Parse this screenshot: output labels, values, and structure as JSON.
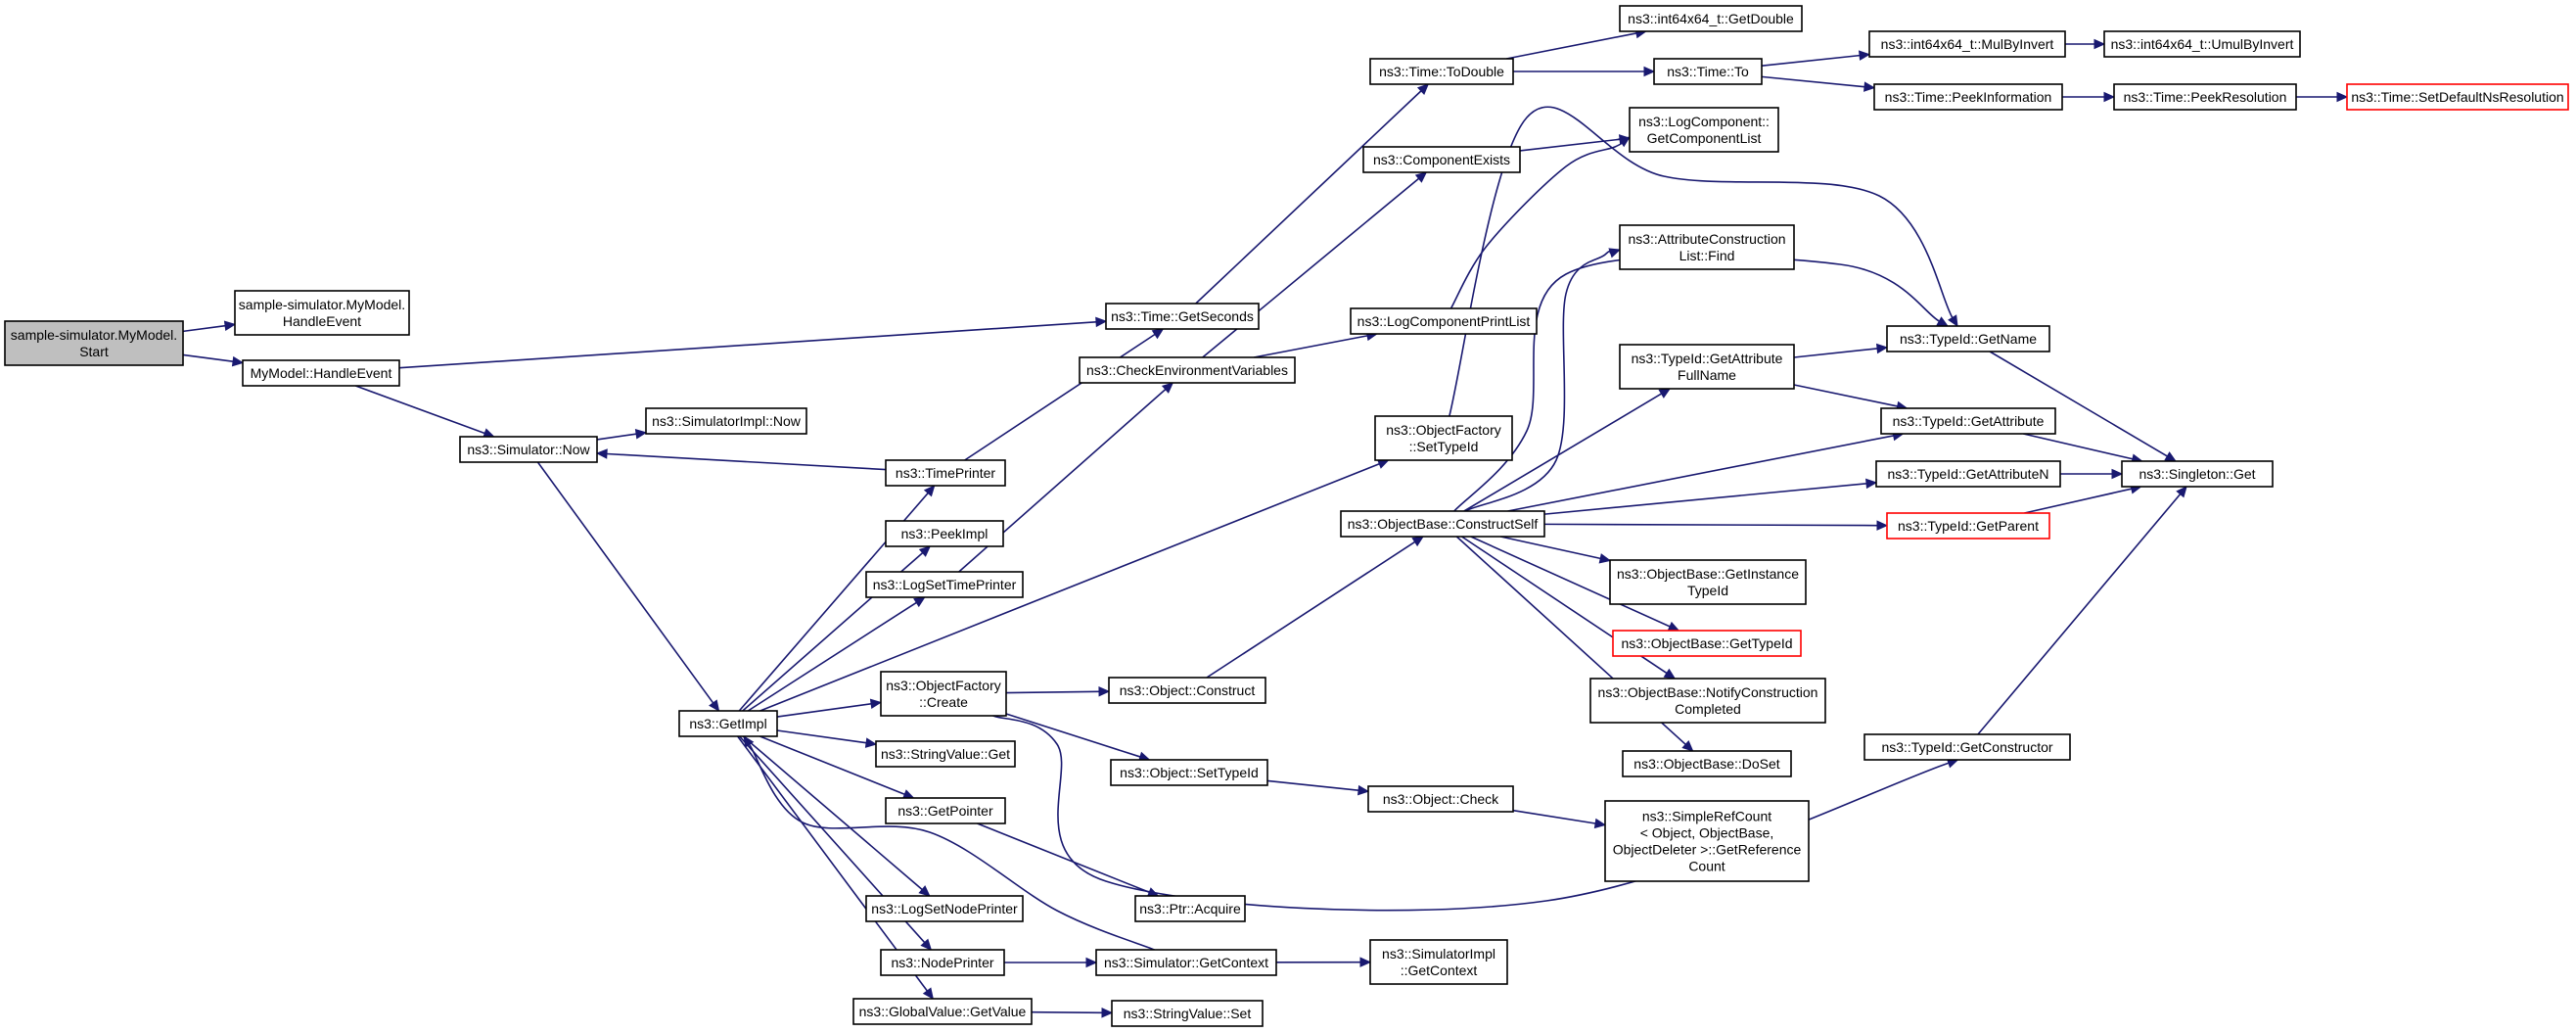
{
  "diagram": {
    "colors": {
      "edge": "#191970",
      "node_border": "#000000",
      "highlight_border": "#ff0000",
      "root_fill": "#bfbfbf"
    },
    "nodes": [
      {
        "id": "start",
        "lines": [
          "sample-simulator.MyModel.",
          "Start"
        ],
        "style": "root"
      },
      {
        "id": "mymodel-handleevent-a",
        "lines": [
          "sample-simulator.MyModel.",
          "HandleEvent"
        ]
      },
      {
        "id": "mymodel-handleevent-b",
        "lines": [
          "MyModel::HandleEvent"
        ]
      },
      {
        "id": "simulator-now",
        "lines": [
          "ns3::Simulator::Now"
        ]
      },
      {
        "id": "simulatorimpl-now",
        "lines": [
          "ns3::SimulatorImpl::Now"
        ]
      },
      {
        "id": "getimpl",
        "lines": [
          "ns3::GetImpl"
        ]
      },
      {
        "id": "time-getseconds",
        "lines": [
          "ns3::Time::GetSeconds"
        ]
      },
      {
        "id": "time-todouble",
        "lines": [
          "ns3::Time::ToDouble"
        ]
      },
      {
        "id": "int64-getdouble",
        "lines": [
          "ns3::int64x64_t::GetDouble"
        ]
      },
      {
        "id": "time-to",
        "lines": [
          "ns3::Time::To"
        ]
      },
      {
        "id": "int64-mulbyinvert",
        "lines": [
          "ns3::int64x64_t::MulByInvert"
        ]
      },
      {
        "id": "int64-umulbyinvert",
        "lines": [
          "ns3::int64x64_t::UmulByInvert"
        ]
      },
      {
        "id": "time-peekinformation",
        "lines": [
          "ns3::Time::PeekInformation"
        ]
      },
      {
        "id": "time-peekresolution",
        "lines": [
          "ns3::Time::PeekResolution"
        ]
      },
      {
        "id": "time-setdefaultnsresolution",
        "lines": [
          "ns3::Time::SetDefaultNsResolution"
        ],
        "style": "red"
      },
      {
        "id": "componentexists",
        "lines": [
          "ns3::ComponentExists"
        ]
      },
      {
        "id": "logcomponent-getcomponentlist",
        "lines": [
          "ns3::LogComponent::",
          "GetComponentList"
        ]
      },
      {
        "id": "logcomponentprintlist",
        "lines": [
          "ns3::LogComponentPrintList"
        ]
      },
      {
        "id": "checkenvironmentvariables",
        "lines": [
          "ns3::CheckEnvironmentVariables"
        ]
      },
      {
        "id": "timeprinter",
        "lines": [
          "ns3::TimePrinter"
        ]
      },
      {
        "id": "peekimpl",
        "lines": [
          "ns3::PeekImpl"
        ]
      },
      {
        "id": "logsettimeprinter",
        "lines": [
          "ns3::LogSetTimePrinter"
        ]
      },
      {
        "id": "objectfactory-create",
        "lines": [
          "ns3::ObjectFactory",
          "::Create"
        ]
      },
      {
        "id": "stringvalue-get",
        "lines": [
          "ns3::StringValue::Get"
        ]
      },
      {
        "id": "getpointer",
        "lines": [
          "ns3::GetPointer"
        ]
      },
      {
        "id": "logsetnodeprinter",
        "lines": [
          "ns3::LogSetNodePrinter"
        ]
      },
      {
        "id": "nodeprinter",
        "lines": [
          "ns3::NodePrinter"
        ]
      },
      {
        "id": "globalvalue-getvalue",
        "lines": [
          "ns3::GlobalValue::GetValue"
        ]
      },
      {
        "id": "objectfactory-settypeid",
        "lines": [
          "ns3::ObjectFactory",
          "::SetTypeId"
        ]
      },
      {
        "id": "objectbase-constructself",
        "lines": [
          "ns3::ObjectBase::ConstructSelf"
        ]
      },
      {
        "id": "object-construct",
        "lines": [
          "ns3::Object::Construct"
        ]
      },
      {
        "id": "object-settypeid",
        "lines": [
          "ns3::Object::SetTypeId"
        ]
      },
      {
        "id": "ptr-acquire",
        "lines": [
          "ns3::Ptr::Acquire"
        ]
      },
      {
        "id": "simulator-getcontext",
        "lines": [
          "ns3::Simulator::GetContext"
        ]
      },
      {
        "id": "stringvalue-set",
        "lines": [
          "ns3::StringValue::Set"
        ]
      },
      {
        "id": "simulatorimpl-getcontext",
        "lines": [
          "ns3::SimulatorImpl",
          "::GetContext"
        ]
      },
      {
        "id": "object-check",
        "lines": [
          "ns3::Object::Check"
        ]
      },
      {
        "id": "attributeconstructionlist-find",
        "lines": [
          "ns3::AttributeConstruction",
          "List::Find"
        ]
      },
      {
        "id": "typeid-getattributefullname",
        "lines": [
          "ns3::TypeId::GetAttribute",
          "FullName"
        ]
      },
      {
        "id": "objectbase-getinstancetypeid",
        "lines": [
          "ns3::ObjectBase::GetInstance",
          "TypeId"
        ]
      },
      {
        "id": "objectbase-gettypeid",
        "lines": [
          "ns3::ObjectBase::GetTypeId"
        ],
        "style": "red"
      },
      {
        "id": "objectbase-notifyconstructioncompleted",
        "lines": [
          "ns3::ObjectBase::NotifyConstruction",
          "Completed"
        ]
      },
      {
        "id": "objectbase-doset",
        "lines": [
          "ns3::ObjectBase::DoSet"
        ]
      },
      {
        "id": "simplerefcount-getreferencecount",
        "lines": [
          "ns3::SimpleRefCount",
          "< Object, ObjectBase,",
          "ObjectDeleter >::GetReference",
          "Count"
        ]
      },
      {
        "id": "typeid-getname",
        "lines": [
          "ns3::TypeId::GetName"
        ]
      },
      {
        "id": "typeid-getattribute",
        "lines": [
          "ns3::TypeId::GetAttribute"
        ]
      },
      {
        "id": "typeid-getattributen",
        "lines": [
          "ns3::TypeId::GetAttributeN"
        ]
      },
      {
        "id": "typeid-getparent",
        "lines": [
          "ns3::TypeId::GetParent"
        ],
        "style": "red"
      },
      {
        "id": "typeid-getconstructor",
        "lines": [
          "ns3::TypeId::GetConstructor"
        ]
      },
      {
        "id": "singleton-get",
        "lines": [
          "ns3::Singleton::Get"
        ]
      }
    ],
    "edges": [
      {
        "from": "start",
        "to": "mymodel-handleevent-a"
      },
      {
        "from": "start",
        "to": "mymodel-handleevent-b"
      },
      {
        "from": "mymodel-handleevent-b",
        "to": "time-getseconds"
      },
      {
        "from": "mymodel-handleevent-b",
        "to": "simulator-now"
      },
      {
        "from": "simulator-now",
        "to": "simulatorimpl-now"
      },
      {
        "from": "simulator-now",
        "to": "getimpl"
      },
      {
        "from": "timeprinter",
        "to": "simulator-now"
      },
      {
        "from": "timeprinter",
        "to": "time-getseconds"
      },
      {
        "from": "time-getseconds",
        "to": "time-todouble"
      },
      {
        "from": "time-todouble",
        "to": "int64-getdouble"
      },
      {
        "from": "time-todouble",
        "to": "time-to"
      },
      {
        "from": "time-to",
        "to": "int64-mulbyinvert"
      },
      {
        "from": "time-to",
        "to": "time-peekinformation"
      },
      {
        "from": "int64-mulbyinvert",
        "to": "int64-umulbyinvert"
      },
      {
        "from": "time-peekinformation",
        "to": "time-peekresolution"
      },
      {
        "from": "time-peekresolution",
        "to": "time-setdefaultnsresolution"
      },
      {
        "from": "checkenvironmentvariables",
        "to": "componentexists"
      },
      {
        "from": "checkenvironmentvariables",
        "to": "logcomponentprintlist"
      },
      {
        "from": "componentexists",
        "to": "logcomponent-getcomponentlist"
      },
      {
        "from": "logcomponentprintlist",
        "to": "logcomponent-getcomponentlist"
      },
      {
        "from": "logsettimeprinter",
        "to": "checkenvironmentvariables"
      },
      {
        "from": "getimpl",
        "to": "timeprinter"
      },
      {
        "from": "getimpl",
        "to": "peekimpl"
      },
      {
        "from": "getimpl",
        "to": "logsettimeprinter"
      },
      {
        "from": "getimpl",
        "to": "objectfactory-settypeid"
      },
      {
        "from": "getimpl",
        "to": "objectfactory-create"
      },
      {
        "from": "getimpl",
        "to": "stringvalue-get"
      },
      {
        "from": "getimpl",
        "to": "getpointer"
      },
      {
        "from": "getimpl",
        "to": "logsetnodeprinter"
      },
      {
        "from": "getimpl",
        "to": "nodeprinter"
      },
      {
        "from": "getimpl",
        "to": "globalvalue-getvalue"
      },
      {
        "from": "simulator-getcontext",
        "to": "getimpl"
      },
      {
        "from": "objectfactory-create",
        "to": "object-construct"
      },
      {
        "from": "objectfactory-create",
        "to": "object-settypeid"
      },
      {
        "from": "objectfactory-create",
        "to": "typeid-getconstructor"
      },
      {
        "from": "getpointer",
        "to": "ptr-acquire"
      },
      {
        "from": "nodeprinter",
        "to": "simulator-getcontext"
      },
      {
        "from": "simulator-getcontext",
        "to": "simulatorimpl-getcontext"
      },
      {
        "from": "globalvalue-getvalue",
        "to": "stringvalue-set"
      },
      {
        "from": "object-construct",
        "to": "objectbase-constructself"
      },
      {
        "from": "object-settypeid",
        "to": "object-check"
      },
      {
        "from": "object-check",
        "to": "simplerefcount-getreferencecount"
      },
      {
        "from": "objectbase-constructself",
        "to": "attributeconstructionlist-find"
      },
      {
        "from": "objectbase-constructself",
        "to": "typeid-getattributefullname"
      },
      {
        "from": "objectbase-constructself",
        "to": "typeid-getname"
      },
      {
        "from": "objectbase-constructself",
        "to": "typeid-getattribute"
      },
      {
        "from": "objectbase-constructself",
        "to": "typeid-getattributen"
      },
      {
        "from": "objectbase-constructself",
        "to": "typeid-getparent"
      },
      {
        "from": "objectbase-constructself",
        "to": "objectbase-getinstancetypeid"
      },
      {
        "from": "objectbase-constructself",
        "to": "objectbase-gettypeid"
      },
      {
        "from": "objectbase-constructself",
        "to": "objectbase-notifyconstructioncompleted"
      },
      {
        "from": "objectbase-constructself",
        "to": "objectbase-doset"
      },
      {
        "from": "objectfactory-settypeid",
        "to": "typeid-getname"
      },
      {
        "from": "typeid-getattributefullname",
        "to": "typeid-getname"
      },
      {
        "from": "typeid-getattributefullname",
        "to": "typeid-getattribute"
      },
      {
        "from": "typeid-getname",
        "to": "singleton-get"
      },
      {
        "from": "typeid-getattribute",
        "to": "singleton-get"
      },
      {
        "from": "typeid-getattributen",
        "to": "singleton-get"
      },
      {
        "from": "typeid-getparent",
        "to": "singleton-get"
      },
      {
        "from": "typeid-getconstructor",
        "to": "singleton-get"
      }
    ]
  }
}
